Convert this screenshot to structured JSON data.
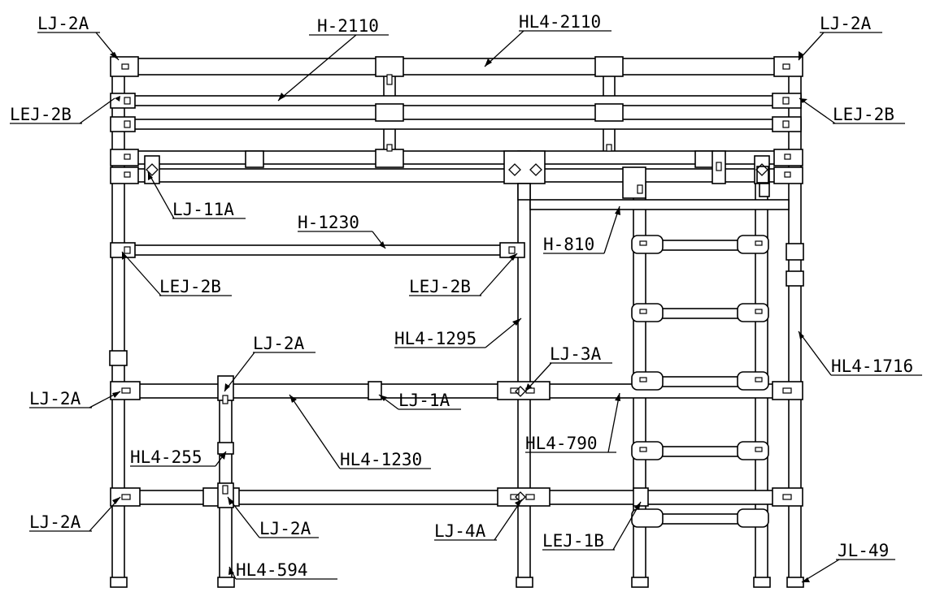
{
  "labels": {
    "lj2a_tl": "LJ-2A",
    "h2110": "H-2110",
    "hl4_2110": "HL4-2110",
    "lj2a_tr": "LJ-2A",
    "lej2b_l": "LEJ-2B",
    "lej2b_r": "LEJ-2B",
    "lj11a": "LJ-11A",
    "h1230": "H-1230",
    "h810": "H-810",
    "lej2b_ml": "LEJ-2B",
    "lej2b_mr": "LEJ-2B",
    "hl4_1295": "HL4-1295",
    "lj2a_mid": "LJ-2A",
    "lj3a": "LJ-3A",
    "hl4_1716": "HL4-1716",
    "lj2a_l1": "LJ-2A",
    "lj1a": "LJ-1A",
    "hl4_790": "HL4-790",
    "hl4_255": "HL4-255",
    "hl4_1230": "HL4-1230",
    "lj2a_l2": "LJ-2A",
    "lj2a_b": "LJ-2A",
    "lj4a": "LJ-4A",
    "lej1b": "LEJ-1B",
    "jl49": "JL-49",
    "hl4_594": "HL4-594"
  },
  "colors": {
    "line": "#000000",
    "background": "#ffffff"
  }
}
